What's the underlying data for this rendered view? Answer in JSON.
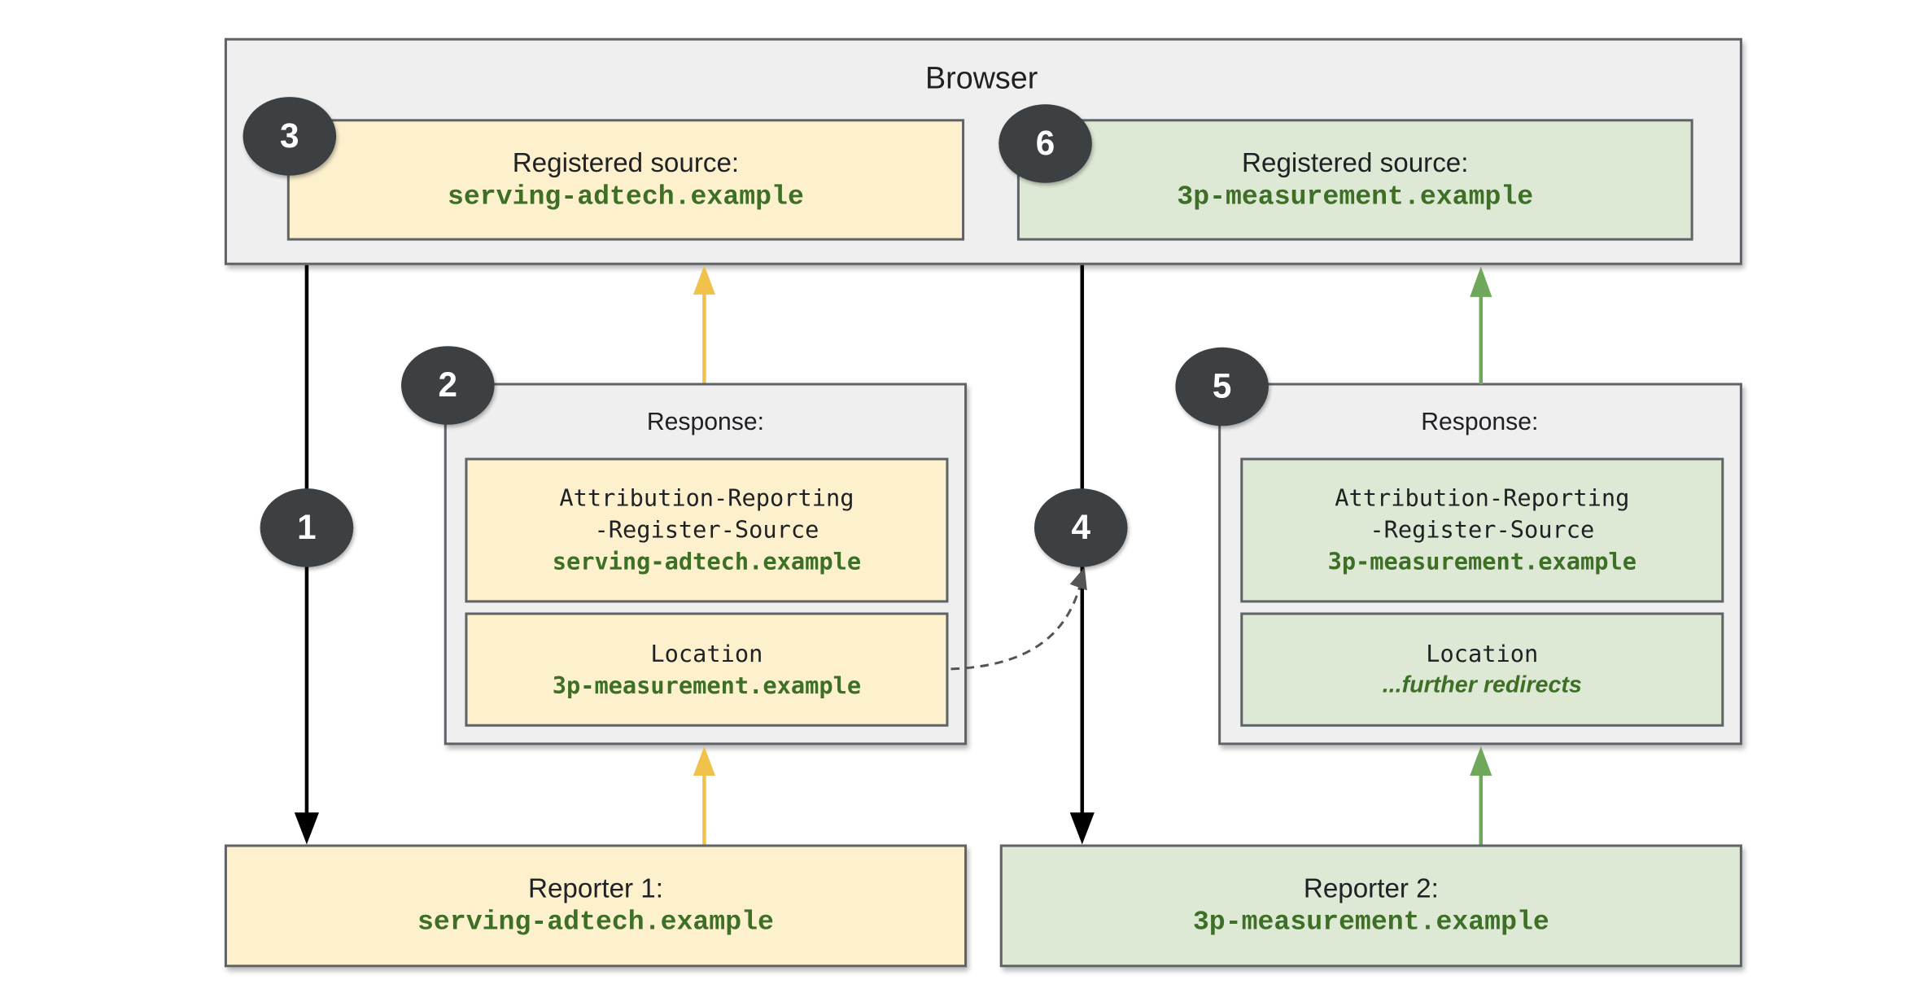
{
  "browser": {
    "title": "Browser",
    "source_left": {
      "label": "Registered source:",
      "domain": "serving-adtech.example"
    },
    "source_right": {
      "label": "Registered source:",
      "domain": "3p-measurement.example"
    }
  },
  "response_left": {
    "caption": "Response:",
    "header": {
      "line1": "Attribution-Reporting",
      "line2": "-Register-Source",
      "value": "serving-adtech.example"
    },
    "location": {
      "label": "Location",
      "value": "3p-measurement.example"
    }
  },
  "response_right": {
    "caption": "Response:",
    "header": {
      "line1": "Attribution-Reporting",
      "line2": "-Register-Source",
      "value": "3p-measurement.example"
    },
    "location": {
      "label": "Location",
      "value": "...further redirects"
    }
  },
  "reporter_1": {
    "label": "Reporter 1:",
    "domain": "serving-adtech.example"
  },
  "reporter_2": {
    "label": "Reporter 2:",
    "domain": "3p-measurement.example"
  },
  "steps": [
    "1",
    "2",
    "3",
    "4",
    "5",
    "6"
  ],
  "colors": {
    "yellow_fill": "#fcf0cd",
    "green_fill": "#dde9d5",
    "gray_fill": "#efefef",
    "yellow_arrow": "#f0c24b",
    "green_arrow": "#6fa85b",
    "code_text": "#3e6f27",
    "badge": "#3c4043"
  }
}
